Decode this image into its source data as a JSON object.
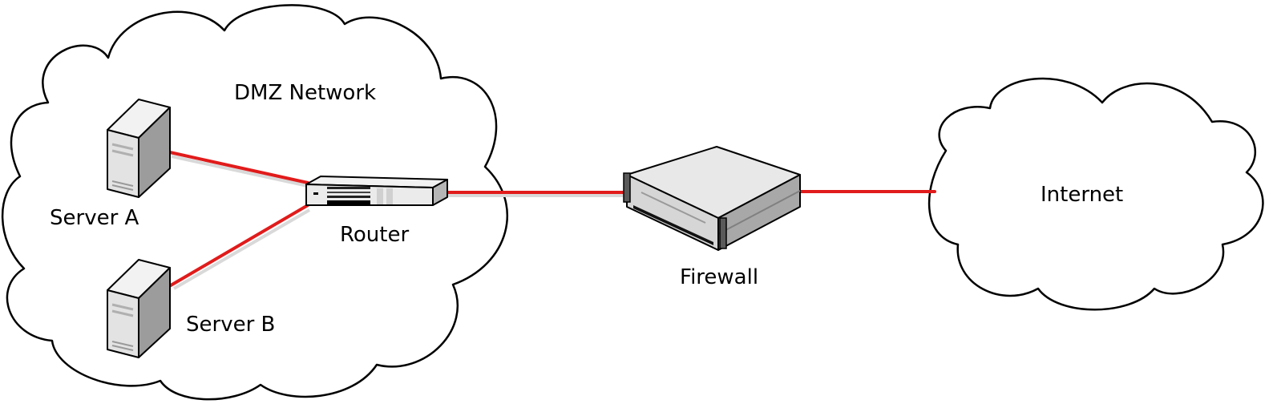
{
  "diagram": {
    "clouds": {
      "dmz": "DMZ Network",
      "internet": "Internet"
    },
    "devices": {
      "server_a": "Server A",
      "server_b": "Server B",
      "router": "Router",
      "firewall": "Firewall"
    },
    "connections": [
      {
        "from": "Server A",
        "to": "Router"
      },
      {
        "from": "Server B",
        "to": "Router"
      },
      {
        "from": "Router",
        "to": "Firewall"
      },
      {
        "from": "Firewall",
        "to": "Internet"
      }
    ],
    "colors": {
      "link": "#e11b1b",
      "outline": "#000000",
      "device_light": "#e6e6e6",
      "device_mid": "#bdbdbd",
      "device_dark": "#9a9a9a"
    }
  }
}
